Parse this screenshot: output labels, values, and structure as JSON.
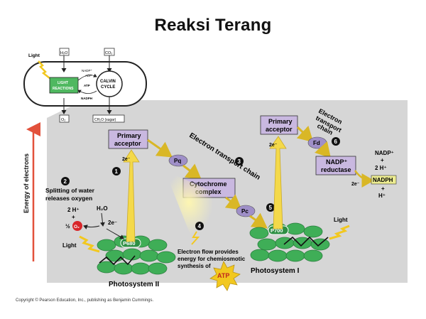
{
  "title": "Reaksi Terang",
  "overview": {
    "light": "Light",
    "h2o": "H₂O",
    "co2": "CO₂",
    "nadp": "NADP⁺",
    "adp": "ADP",
    "atp": "ATP",
    "nadph": "NADPH",
    "light_reactions_line1": "LIGHT",
    "light_reactions_line2": "REACTIONS",
    "calvin_line1": "CALVIN",
    "calvin_line2": "CYCLE",
    "o2": "O₂",
    "sugar": "CH₂O (sugar)"
  },
  "axis_label": "Energy of electrons",
  "steps": {
    "s1": "1",
    "s2": "2",
    "s3": "3",
    "s4": "4",
    "s5": "5",
    "s6": "6"
  },
  "labels": {
    "primary_acceptor_1_line1": "Primary",
    "primary_acceptor_1_line2": "acceptor",
    "primary_acceptor_2_line1": "Primary",
    "primary_acceptor_2_line2": "acceptor",
    "electron_2e_1": "2e⁻",
    "electron_2e_2": "2e⁻",
    "electron_2e_3": "2e⁻",
    "electron_2e_4": "2e⁻",
    "pq": "Pq",
    "pc": "Pc",
    "fd": "Fd",
    "cytochrome_line1": "Cytochrome",
    "cytochrome_line2": "complex",
    "etc1": "Electron transport chain",
    "etc2_line1": "Electron",
    "etc2_line2": "transport",
    "etc2_line3": "chain",
    "nadp_reductase_line1": "NADP⁺",
    "nadp_reductase_line2": "reductase",
    "nadp_plus": "NADP⁺",
    "plus_1": "+",
    "two_h": "2 H⁺",
    "nadph": "NADPH",
    "plus_2": "+",
    "h_plus": "H⁺",
    "splitting_line1": "Splitting of water",
    "splitting_line2": "releases oxygen",
    "h2o": "H₂O",
    "two_h_plus": "2 H⁺",
    "plus_3": "+",
    "half": "½",
    "o2_symbol": "O₂",
    "light_ps2": "Light",
    "light_ps1": "Light",
    "p680": "P680",
    "p700": "P700",
    "ps2": "Photosystem II",
    "ps1": "Photosystem I",
    "flow_line1": "Electron flow provides",
    "flow_line2": "energy for chemiosmotic",
    "flow_line3": "synthesis of",
    "atp": "ATP"
  },
  "copyright": "Copyright © Pearson Education, Inc., publishing as Benjamin Cummings.",
  "colors": {
    "panel": "#d6d6d6",
    "box": "#c9b8e0",
    "oval": "#9f8fc8",
    "chlorophyll": "#3fae57",
    "yellow": "#f4d94a",
    "axis": "#e2513b",
    "nadph_box": "#ecec92"
  }
}
